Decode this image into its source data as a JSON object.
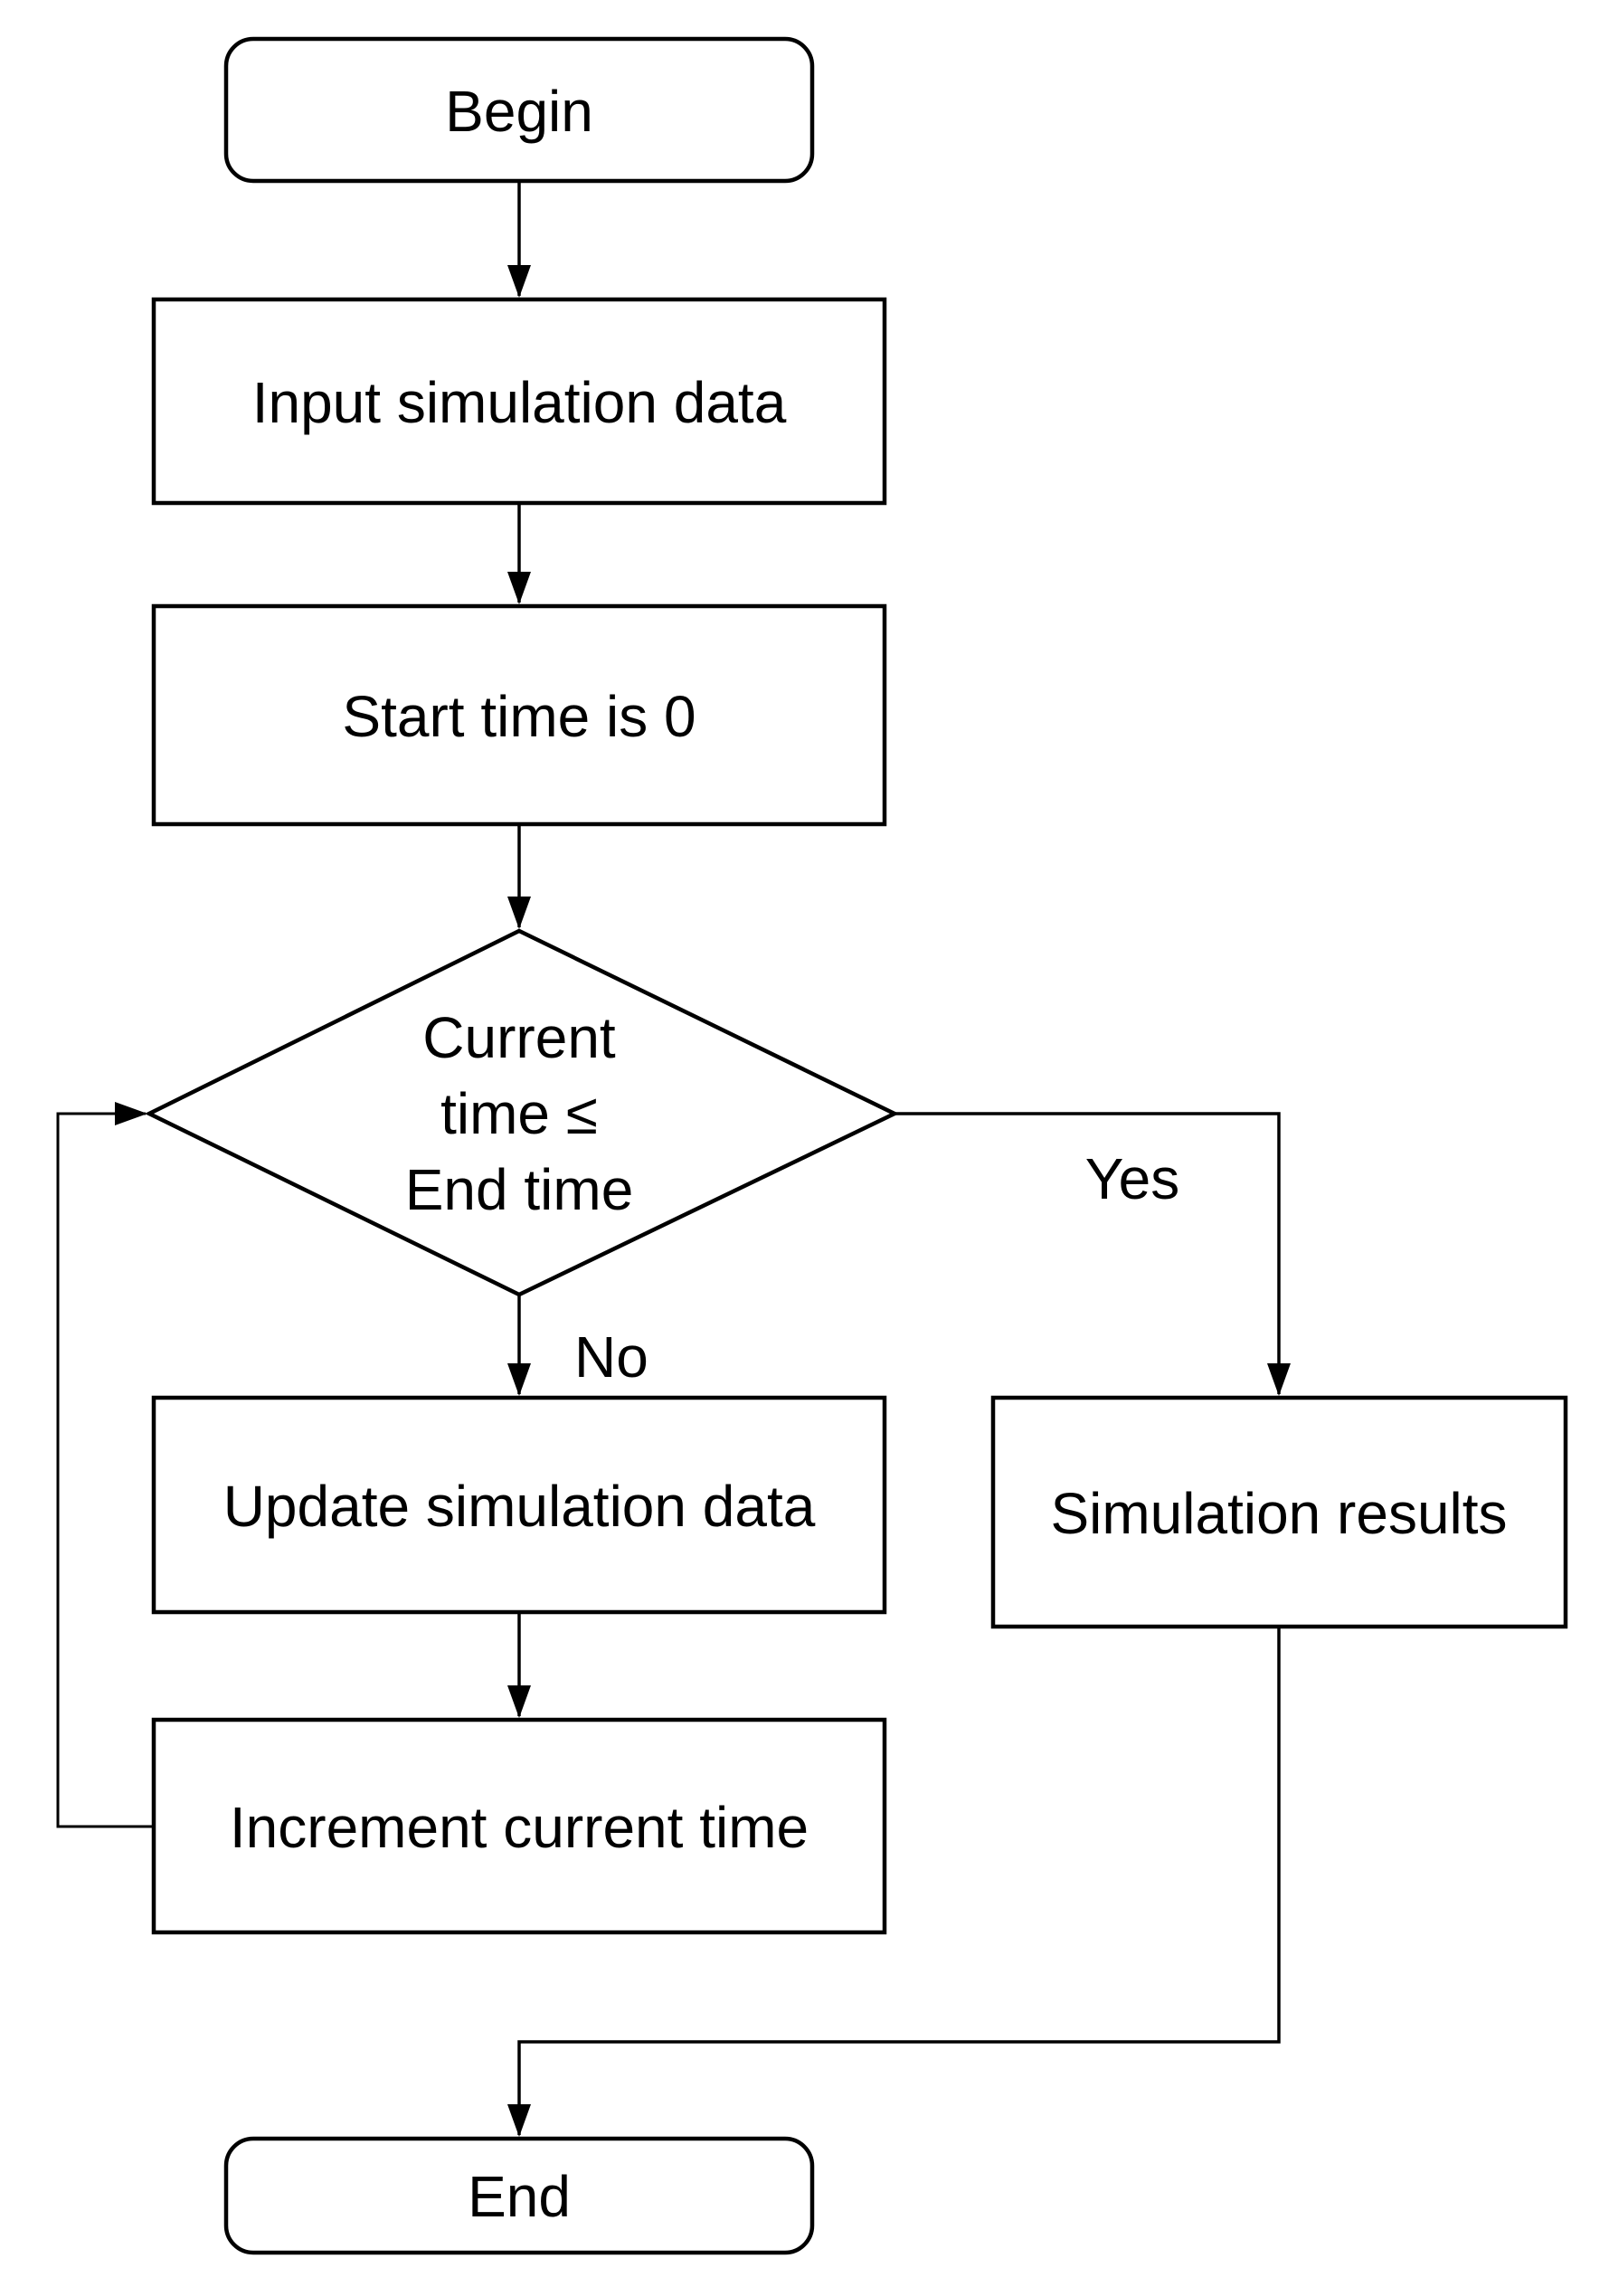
{
  "diagram": {
    "background_color": "#ffffff",
    "stroke_color": "#000000",
    "text_color": "#000000",
    "nodes": {
      "begin": {
        "label": "Begin"
      },
      "input_data": {
        "label": "Input simulation data"
      },
      "start_time": {
        "label": "Start time is 0"
      },
      "time_check": {
        "lines": [
          "Current",
          "time ≤",
          "End time"
        ]
      },
      "update_data": {
        "label": "Update simulation data"
      },
      "increment_time": {
        "label": "Increment current time"
      },
      "results": {
        "label": "Simulation results"
      },
      "end": {
        "label": "End"
      }
    },
    "edge_labels": {
      "yes": "Yes",
      "no": "No"
    }
  }
}
